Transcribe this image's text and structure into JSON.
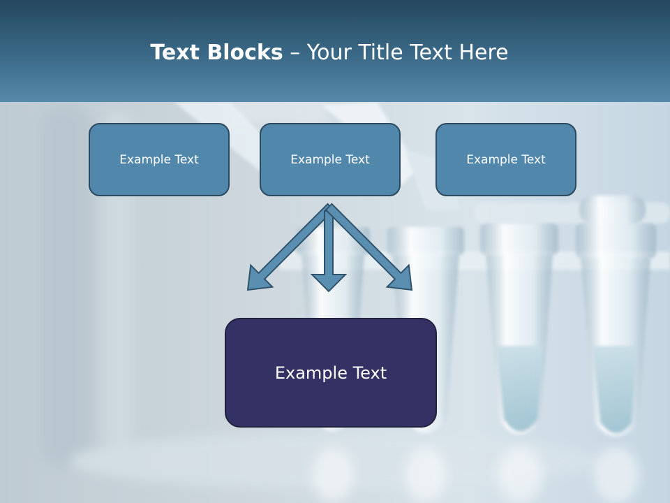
{
  "title": {
    "bold": "Text Blocks",
    "rest": " – Your Title Text Here"
  },
  "boxes": [
    {
      "label": "Example Text"
    },
    {
      "label": "Example Text"
    },
    {
      "label": "Example Text"
    }
  ],
  "main_box": {
    "label": "Example Text"
  },
  "colors": {
    "title_bar": "#3b6a88",
    "box_fill": "#5187ab",
    "main_box_fill": "#343164",
    "arrow_fill": "#5b8fb2"
  }
}
